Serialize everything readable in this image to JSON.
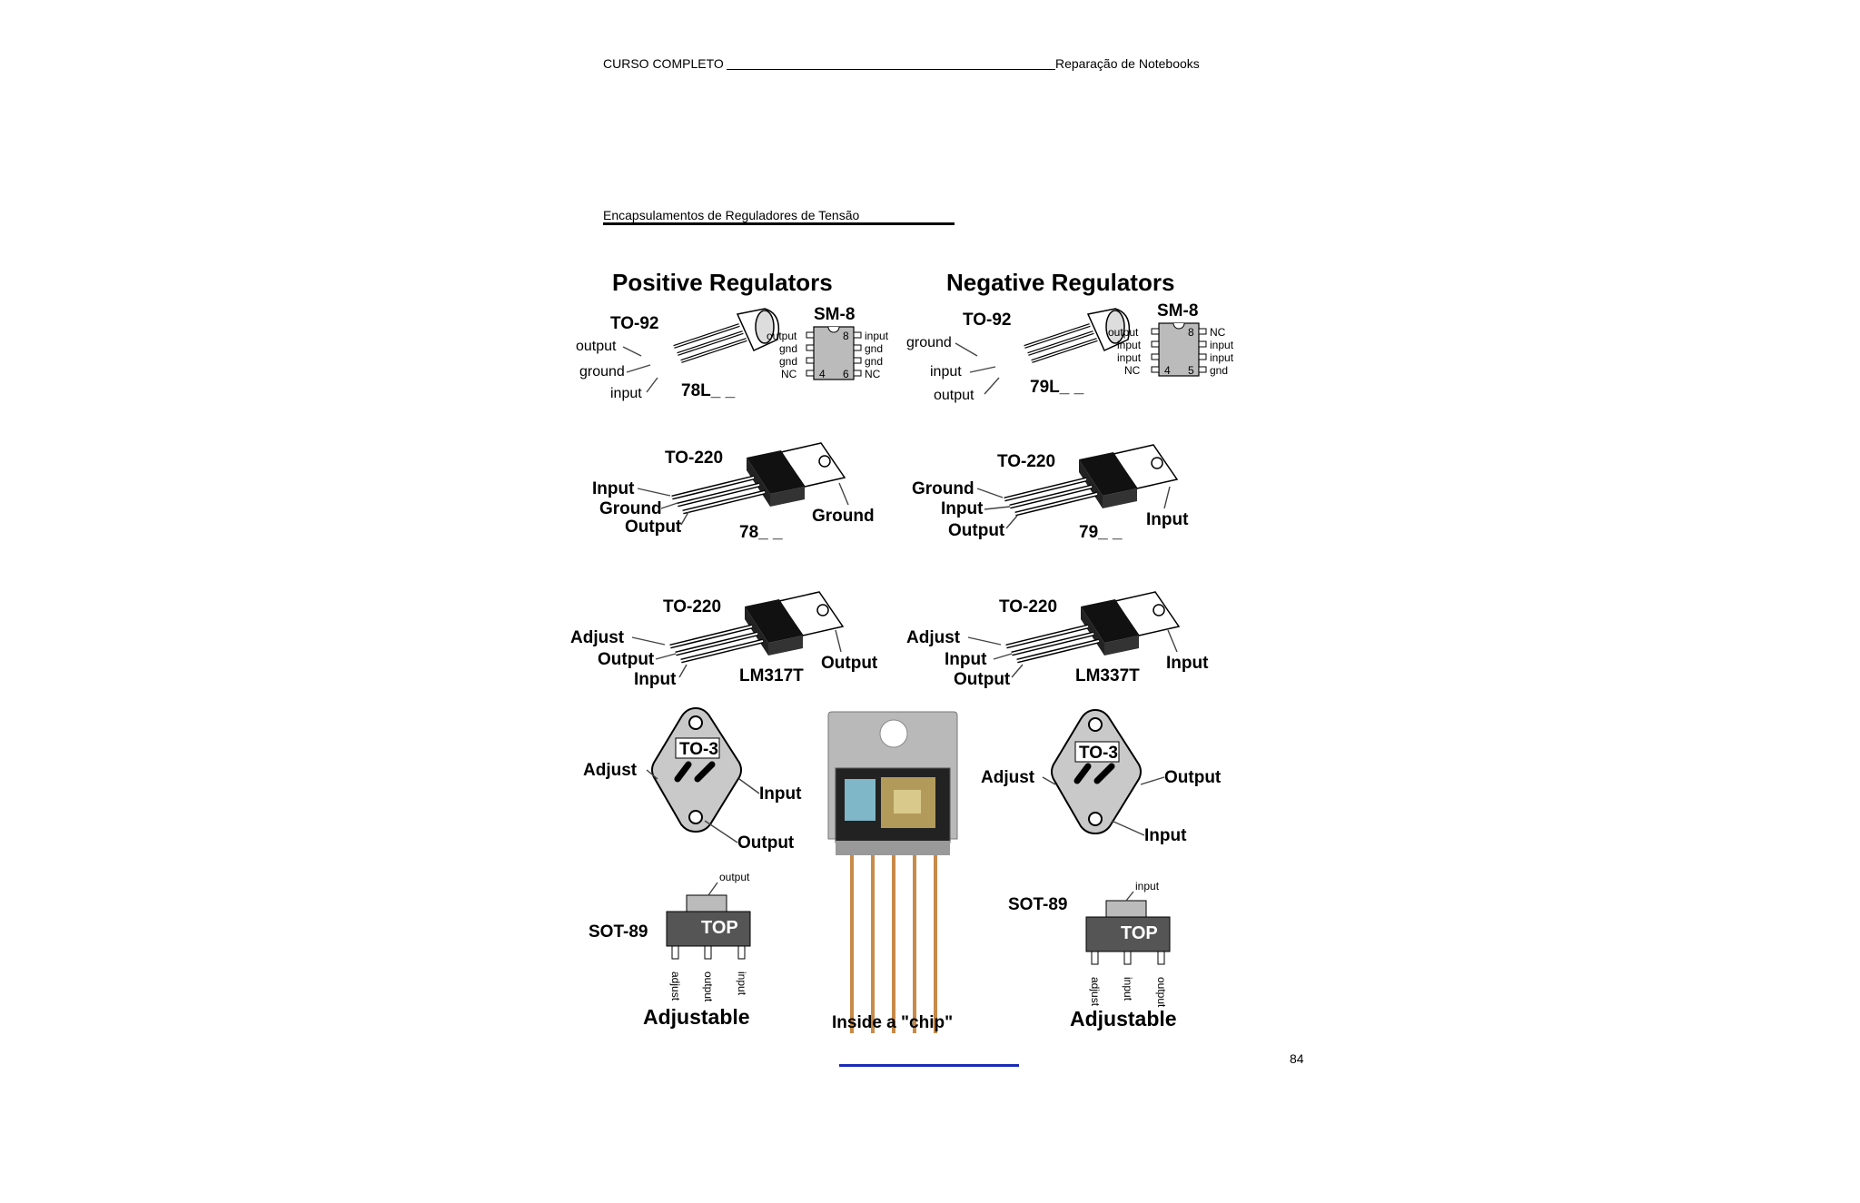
{
  "header": {
    "left": "CURSO COMPLETO",
    "right": "Reparação de Notebooks"
  },
  "section_title": "Encapsulamentos de Reguladores de Tensão",
  "figure": {
    "positive_title": "Positive Regulators",
    "negative_title": "Negative Regulators",
    "to92": "TO-92",
    "sm8": "SM-8",
    "to220": "TO-220",
    "to3": "TO-3",
    "sot89": "SOT-89",
    "top": "TOP",
    "pos_to92_pins": [
      "output",
      "ground",
      "input"
    ],
    "pos_to92_part": "78L_ _",
    "pos_sm8_left": [
      "output",
      "gnd",
      "gnd",
      "NC"
    ],
    "pos_sm8_right": [
      "input",
      "gnd",
      "gnd",
      "NC"
    ],
    "neg_to92_pins": [
      "ground",
      "input",
      "output"
    ],
    "neg_to92_part": "79L_ _",
    "neg_sm8_left": [
      "output",
      "input",
      "input",
      "NC"
    ],
    "neg_sm8_right": [
      "NC",
      "input",
      "input",
      "gnd"
    ],
    "sm8_pin8": "8",
    "sm8_pin4": "4",
    "pos_sm8_pin_low": "6",
    "neg_sm8_pin_low": "5",
    "pos_to220_pins": [
      "Input",
      "Ground",
      "Output"
    ],
    "pos_to220_tab": "Ground",
    "pos_to220_part": "78_ _",
    "neg_to220_pins": [
      "Ground",
      "Input",
      "Output"
    ],
    "neg_to220_tab": "Input",
    "neg_to220_part": "79_ _",
    "lm317_pins": [
      "Adjust",
      "Output",
      "Input"
    ],
    "lm317_tab": "Output",
    "lm317_part": "LM317T",
    "lm337_pins": [
      "Adjust",
      "Input",
      "Output"
    ],
    "lm337_tab": "Input",
    "lm337_part": "LM337T",
    "pos_to3": [
      "Adjust",
      "Input",
      "Output"
    ],
    "neg_to3": [
      "Adjust",
      "Output",
      "Input"
    ],
    "pos_sot89_top": "output",
    "pos_sot89_pins": [
      "adjust",
      "output",
      "input"
    ],
    "neg_sot89_top": "input",
    "neg_sot89_pins": [
      "adjust",
      "input",
      "output"
    ],
    "adjustable": "Adjustable",
    "inside_chip": "Inside a \"chip\""
  },
  "page_number": "84"
}
